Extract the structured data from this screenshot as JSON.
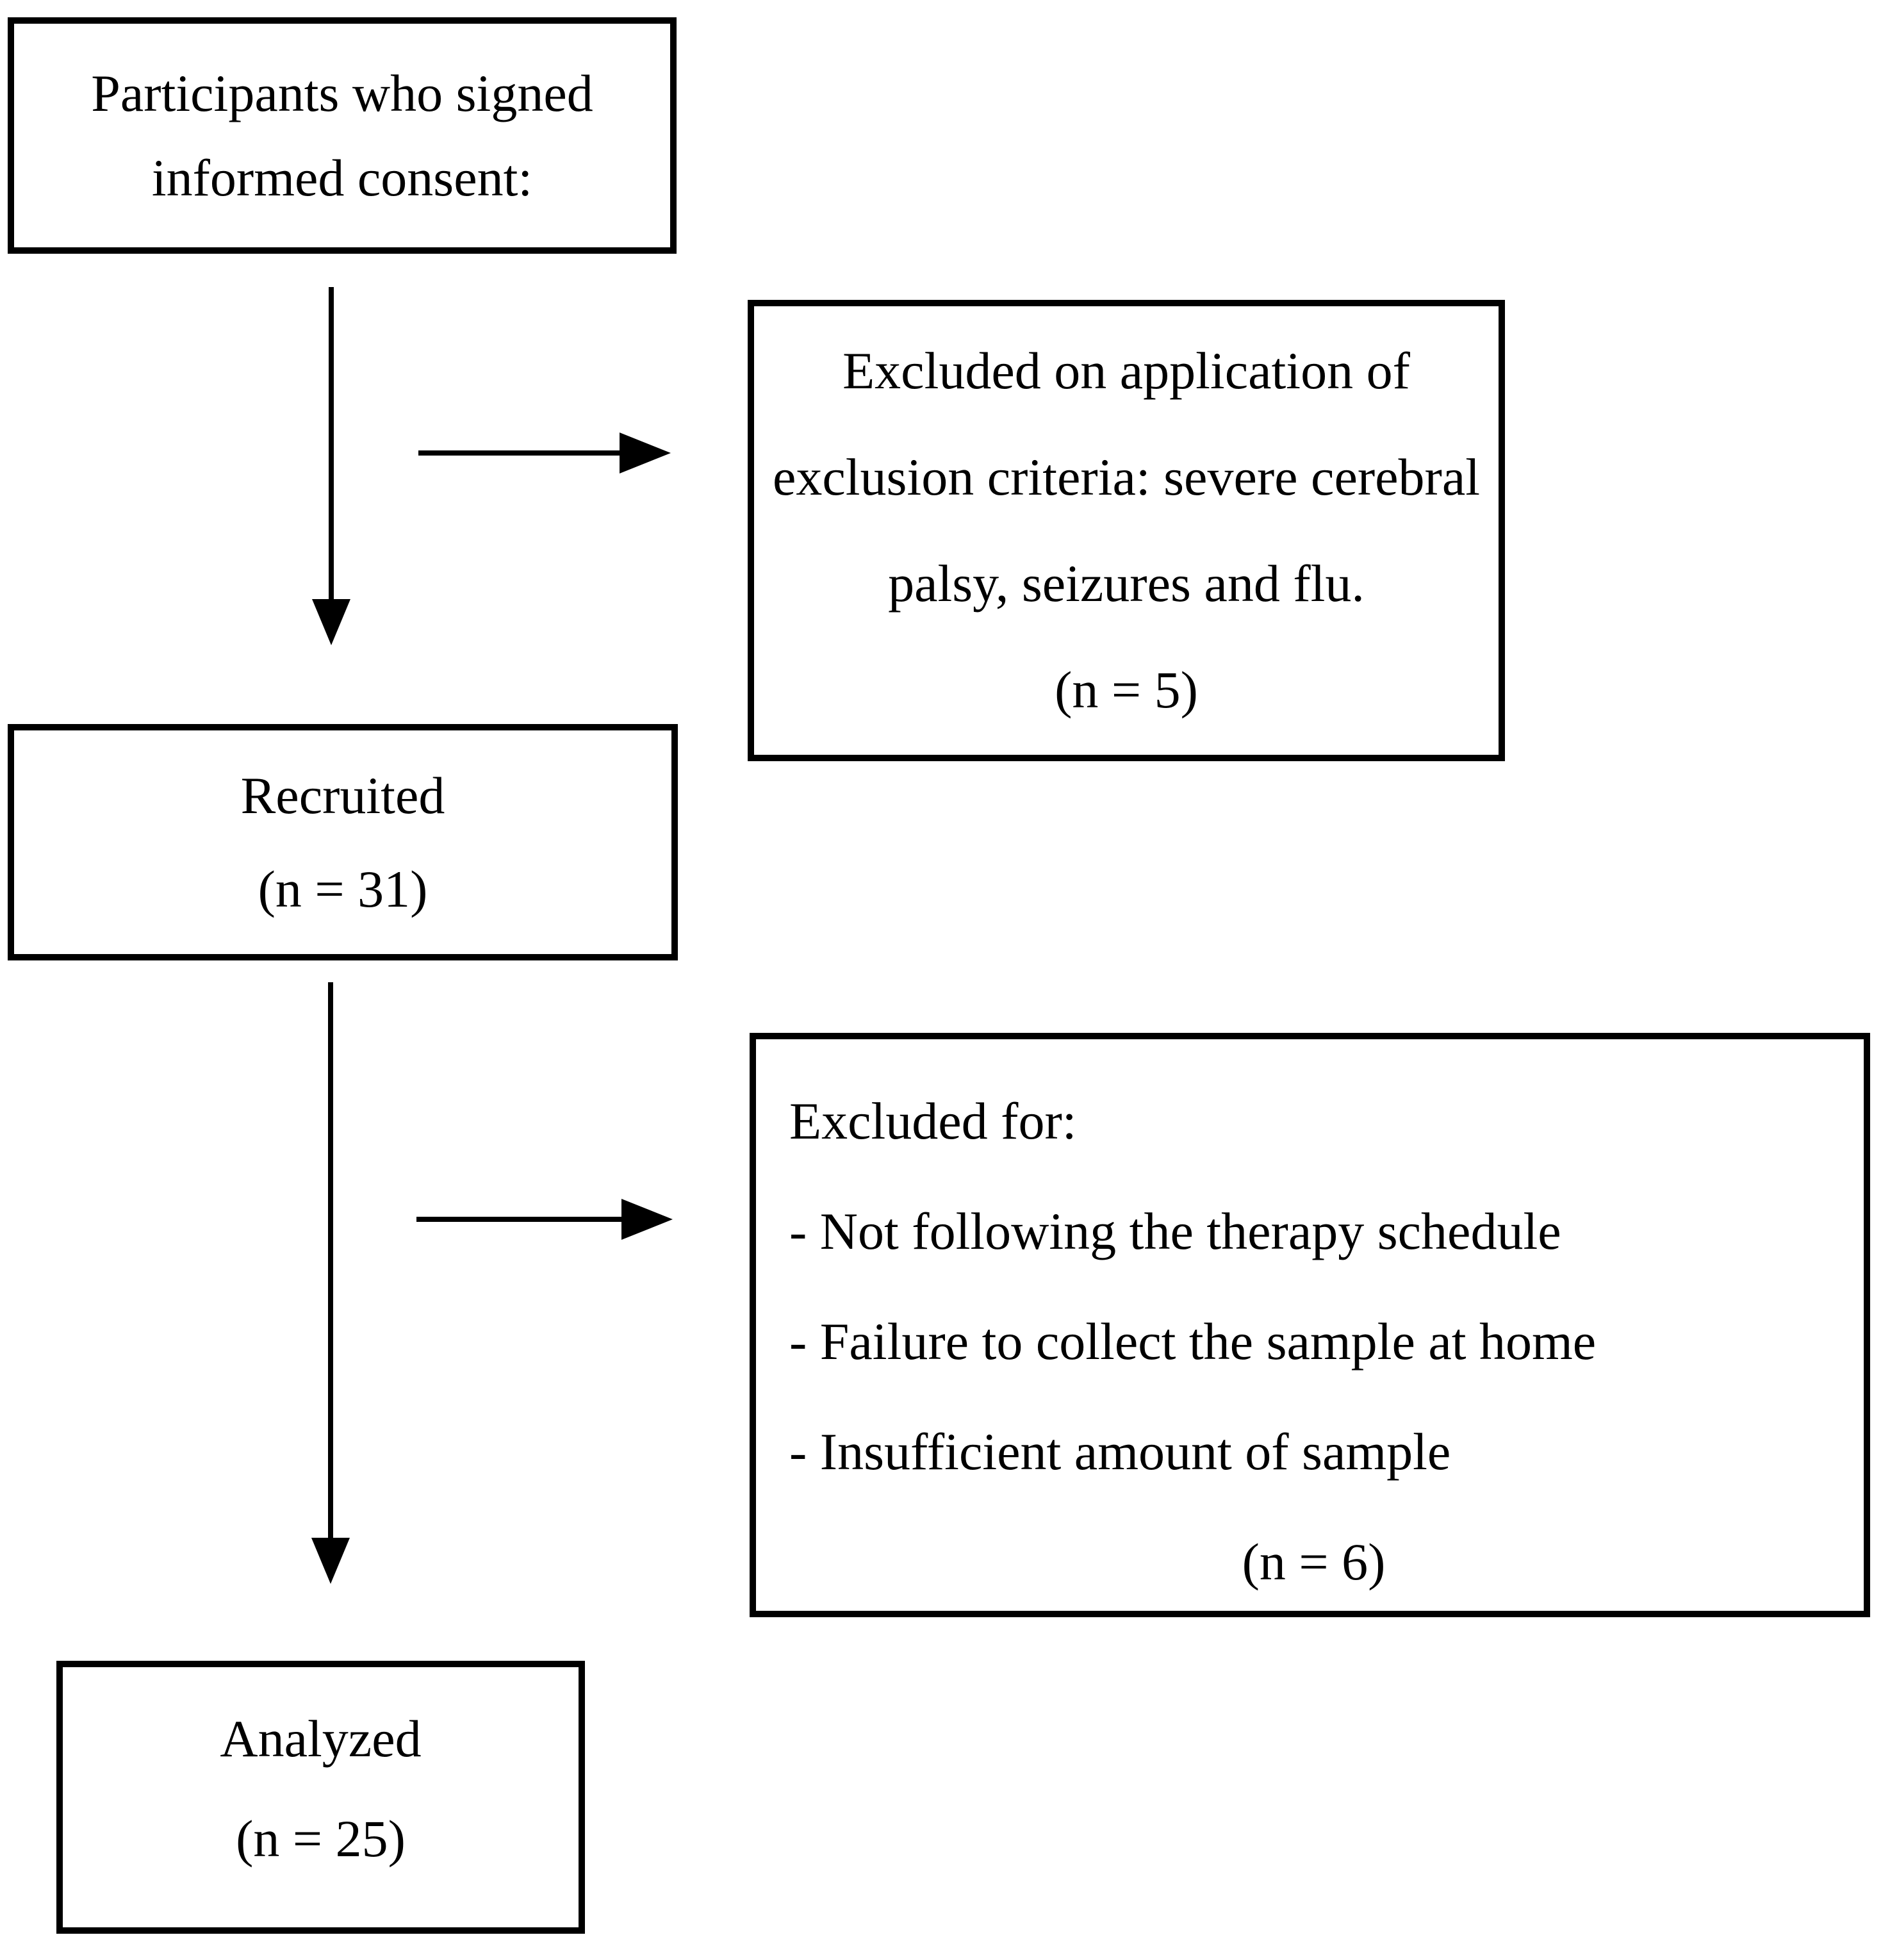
{
  "figure": {
    "type": "participant-flow-diagram",
    "colors": {
      "ink": "#000000",
      "background": "#ffffff"
    },
    "boxes": {
      "consent": {
        "lines": [
          "Participants who signed",
          "informed consent:"
        ]
      },
      "excluded_criteria": {
        "lines": [
          "Excluded on application of",
          "exclusion criteria: severe cerebral",
          "palsy, seizures and flu.",
          "(n = 5)"
        ]
      },
      "recruited": {
        "lines": [
          "Recruited",
          "(n = 31)"
        ]
      },
      "excluded_for": {
        "heading": "Excluded for:",
        "items": [
          "- Not following the therapy schedule",
          "- Failure to collect the sample at home",
          "- Insufficient amount of sample"
        ],
        "count": "(n = 6)"
      },
      "analyzed": {
        "lines": [
          "Analyzed",
          "(n = 25)"
        ]
      }
    }
  }
}
